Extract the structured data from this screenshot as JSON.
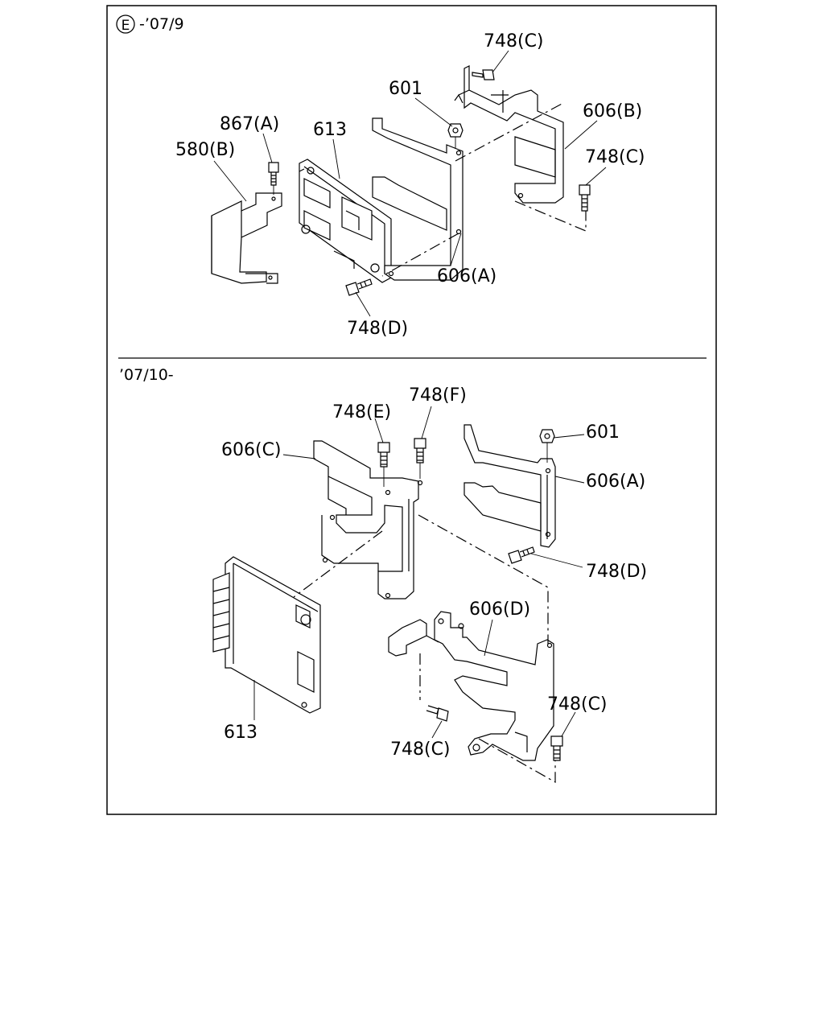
{
  "sections": [
    {
      "circle_letter": "E",
      "period": "-’07/9",
      "labels": {
        "l_748c_top": "748(C)",
        "l_601": "601",
        "l_606b": "606(B)",
        "l_748c_right": "748(C)",
        "l_867a": "867(A)",
        "l_613": "613",
        "l_580b": "580(B)",
        "l_606a": "606(A)",
        "l_748d": "748(D)"
      }
    },
    {
      "period": "’07/10-",
      "labels": {
        "l_748f": "748(F)",
        "l_748e": "748(E)",
        "l_601": "601",
        "l_606c": "606(C)",
        "l_606a": "606(A)",
        "l_748d": "748(D)",
        "l_606d": "606(D)",
        "l_748c_right": "748(C)",
        "l_613": "613",
        "l_748c_left": "748(C)"
      }
    }
  ]
}
